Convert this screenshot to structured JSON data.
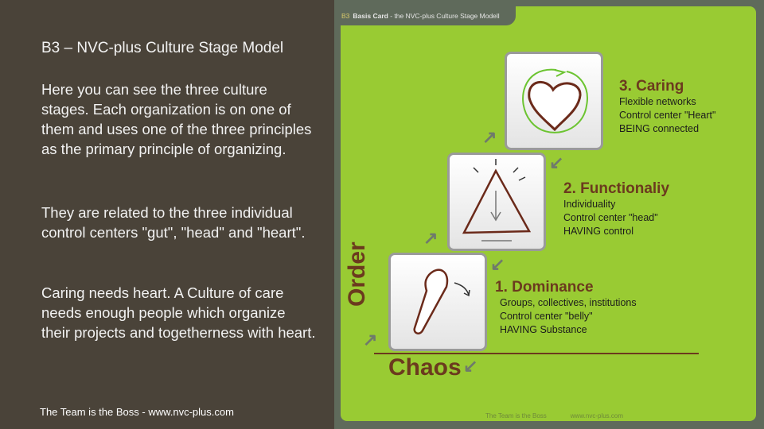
{
  "left": {
    "title": "B3 – NVC-plus Culture Stage Model",
    "paragraphs": [
      "Here you can see the three culture stages. Each organization is on one of them and uses one of the three principles as the primary principle of organizing.",
      "They are related to the three individual control centers \"gut\", \"head\" and \"heart\".",
      "Caring needs heart. A Culture of care needs enough people which organize their projects and togetherness with heart."
    ],
    "footer": "The Team is the Boss - www.nvc-plus.com"
  },
  "card": {
    "code": "B3",
    "label": "Basis Card",
    "subtitle": "- the NVC-plus Culture Stage Modell",
    "stages": [
      {
        "title": "3. Caring",
        "lines": [
          "Flexible networks",
          "Control center \"Heart\"",
          "BEING connected"
        ]
      },
      {
        "title": "2. Functionaliy",
        "lines": [
          "Individuality",
          "Control center \"head\"",
          "HAVING control"
        ]
      },
      {
        "title": "1. Dominance",
        "lines": [
          "Groups, collectives, institutions",
          "Control center \"belly\"",
          "HAVING Substance"
        ]
      }
    ],
    "axis_top": "Order",
    "axis_bottom": "Chaos",
    "footer_left": "The Team is the Boss",
    "footer_right": "www.nvc-plus.com",
    "colors": {
      "green": "#99cb33",
      "brown": "#6b3a1e"
    }
  }
}
